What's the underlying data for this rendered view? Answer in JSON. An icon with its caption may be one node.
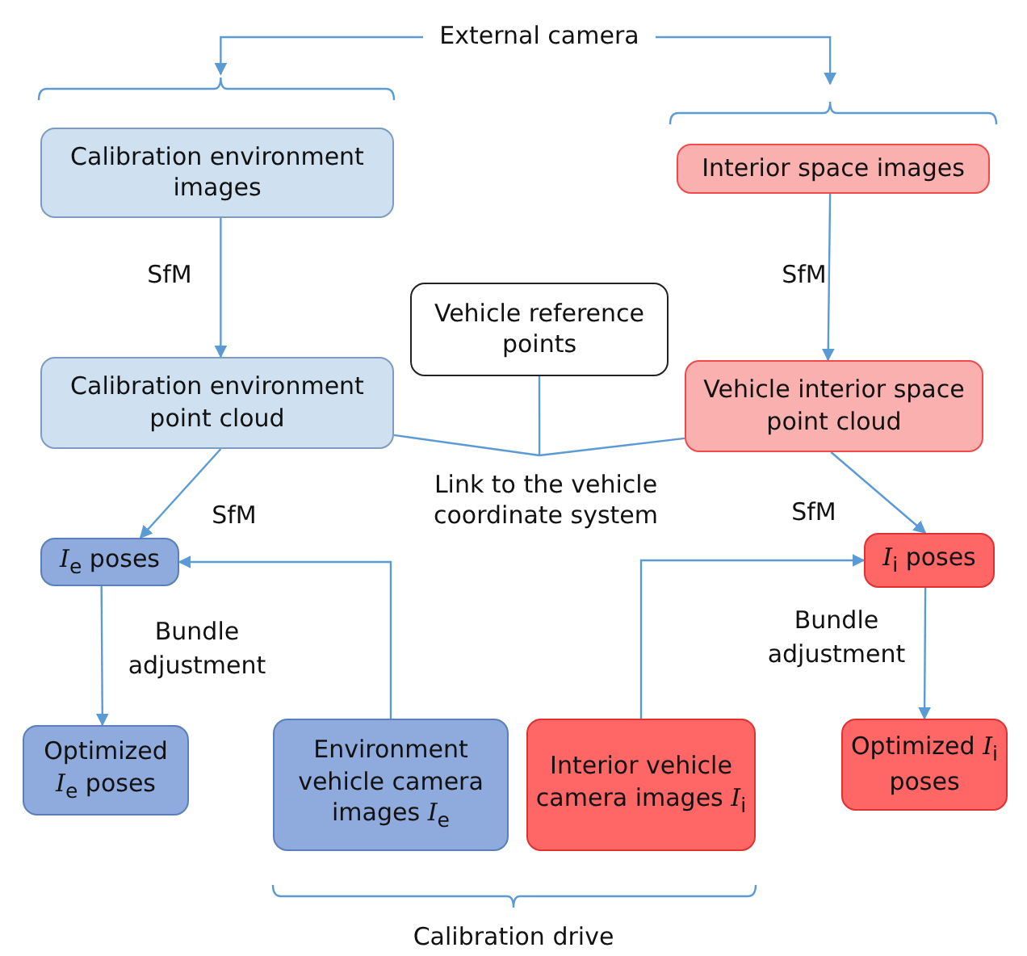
{
  "diagram": {
    "nodes": [
      {
        "text": [
          "External camera"
        ]
      },
      {
        "text": [
          "Calibration environment images"
        ]
      },
      {
        "text": [
          "Interior space images"
        ]
      },
      {
        "text": [
          "Vehicle reference points"
        ]
      },
      {
        "text": [
          "Calibration environment point cloud"
        ]
      },
      {
        "text": [
          "Vehicle interior space point cloud"
        ]
      },
      {
        "text": [
          "Link to the vehicle coordinate system"
        ]
      },
      {
        "text": [
          "*I*$_{e}$ poses"
        ]
      },
      {
        "text": [
          "*I*$_{i}$ poses"
        ]
      },
      {
        "text": [
          "Optimized *I*$_{e}$ poses"
        ]
      },
      {
        "text": [
          "Environment vehicle camera images *I*$_{e}$"
        ]
      },
      {
        "text": [
          "Interior vehicle camera images *I*$_{i}$"
        ]
      },
      {
        "text": [
          "Optimized *I*$_{i}$ poses"
        ]
      }
    ],
    "edges": [
      {
        "from": 0,
        "to": 1,
        "arrow": "to"
      },
      {
        "from": 0,
        "to": 2,
        "arrow": "to"
      },
      {
        "from": 1,
        "to": 4,
        "arrow": "to",
        "label": "SfM"
      },
      {
        "from": 2,
        "to": 5,
        "arrow": "to",
        "label": "SfM"
      },
      {
        "from": 4,
        "to": 6,
        "arrow": "none"
      },
      {
        "from": 3,
        "to": 6,
        "arrow": "none"
      },
      {
        "from": 5,
        "to": 6,
        "arrow": "none"
      },
      {
        "from": 4,
        "to": 7,
        "arrow": "to",
        "label": "SfM"
      },
      {
        "from": 5,
        "to": 8,
        "arrow": "to",
        "label": "SfM"
      },
      {
        "from": 7,
        "to": 9,
        "arrow": "to",
        "label": "Bundle adjustment"
      },
      {
        "from": 8,
        "to": 12,
        "arrow": "to",
        "label": "Bundle adjustment"
      },
      {
        "from": 10,
        "to": 7,
        "arrow": "to"
      },
      {
        "from": 11,
        "to": 8,
        "arrow": "to"
      }
    ],
    "labels": [
      "Calibration drive"
    ]
  }
}
